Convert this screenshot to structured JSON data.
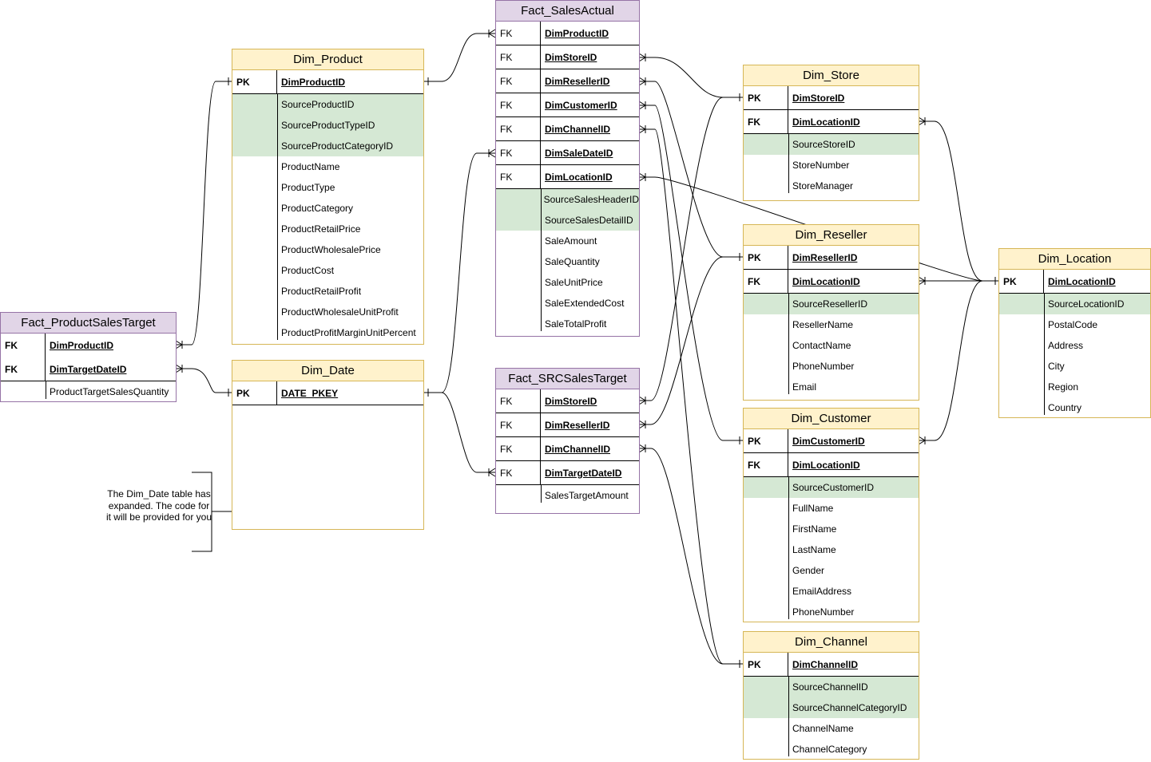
{
  "tables": {
    "fact_salesactual": {
      "title": "Fact_SalesActual",
      "keys": [
        {
          "type": "FK",
          "name": "DimProductID"
        },
        {
          "type": "FK",
          "name": "DimStoreID"
        },
        {
          "type": "FK",
          "name": "DimResellerID"
        },
        {
          "type": "FK",
          "name": "DimCustomerID"
        },
        {
          "type": "FK",
          "name": "DimChannelID"
        },
        {
          "type": "FK",
          "name": "DimSaleDateID"
        },
        {
          "type": "FK",
          "name": "DimLocationID"
        }
      ],
      "source_fields": [
        "SourceSalesHeaderID",
        "SourceSalesDetailID"
      ],
      "fields": [
        "SaleAmount",
        "SaleQuantity",
        "SaleUnitPrice",
        "SaleExtendedCost",
        "SaleTotalProfit"
      ]
    },
    "dim_product": {
      "title": "Dim_Product",
      "keys": [
        {
          "type": "PK",
          "name": "DimProductID"
        }
      ],
      "source_fields": [
        "SourceProductID",
        "SourceProductTypeID",
        "SourceProductCategoryID"
      ],
      "fields": [
        "ProductName",
        "ProductType",
        "ProductCategory",
        "ProductRetailPrice",
        "ProductWholesalePrice",
        "ProductCost",
        "ProductRetailProfit",
        "ProductWholesaleUnitProfit",
        "ProductProfitMarginUnitPercent"
      ]
    },
    "fact_productsalestarget": {
      "title": "Fact_ProductSalesTarget",
      "keys": [
        {
          "type": "FK",
          "name": "DimProductID"
        },
        {
          "type": "FK",
          "name": "DimTargetDateID"
        }
      ],
      "fields": [
        "ProductTargetSalesQuantity"
      ]
    },
    "dim_date": {
      "title": "Dim_Date",
      "keys": [
        {
          "type": "PK",
          "name": "DATE_PKEY"
        }
      ]
    },
    "fact_srcsalestarget": {
      "title": "Fact_SRCSalesTarget",
      "keys": [
        {
          "type": "FK",
          "name": "DimStoreID"
        },
        {
          "type": "FK",
          "name": "DimResellerID"
        },
        {
          "type": "FK",
          "name": "DimChannelID"
        },
        {
          "type": "FK",
          "name": "DimTargetDateID"
        }
      ],
      "fields": [
        "SalesTargetAmount"
      ]
    },
    "dim_store": {
      "title": "Dim_Store",
      "keys": [
        {
          "type": "PK",
          "name": "DimStoreID"
        },
        {
          "type": "FK",
          "name": "DimLocationID"
        }
      ],
      "source_fields": [
        "SourceStoreID"
      ],
      "fields": [
        "StoreNumber",
        "StoreManager"
      ]
    },
    "dim_reseller": {
      "title": "Dim_Reseller",
      "keys": [
        {
          "type": "PK",
          "name": "DimResellerID"
        },
        {
          "type": "FK",
          "name": "DimLocationID"
        }
      ],
      "source_fields": [
        "SourceResellerID"
      ],
      "fields": [
        "ResellerName",
        "ContactName",
        "PhoneNumber",
        "Email"
      ]
    },
    "dim_customer": {
      "title": "Dim_Customer",
      "keys": [
        {
          "type": "PK",
          "name": "DimCustomerID"
        },
        {
          "type": "FK",
          "name": "DimLocationID"
        }
      ],
      "source_fields": [
        "SourceCustomerID"
      ],
      "fields": [
        "FullName",
        "FirstName",
        "LastName",
        "Gender",
        "EmailAddress",
        "PhoneNumber"
      ]
    },
    "dim_channel": {
      "title": "Dim_Channel",
      "keys": [
        {
          "type": "PK",
          "name": "DimChannelID"
        }
      ],
      "source_fields": [
        "SourceChannelID",
        "SourceChannelCategoryID"
      ],
      "fields": [
        "ChannelName",
        "ChannelCategory"
      ]
    },
    "dim_location": {
      "title": "Dim_Location",
      "keys": [
        {
          "type": "PK",
          "name": "DimLocationID"
        }
      ],
      "source_fields": [
        "SourceLocationID"
      ],
      "fields": [
        "PostalCode",
        "Address",
        "City",
        "Region",
        "Country"
      ]
    }
  },
  "note": "The Dim_Date table has expanded. The code for it will be provided for you",
  "colors": {
    "dimension_header": "#fff2cc",
    "dimension_border": "#d6b656",
    "fact_header": "#e1d5e7",
    "fact_border": "#9673a6",
    "source_field_fill": "#d5e8d4"
  }
}
